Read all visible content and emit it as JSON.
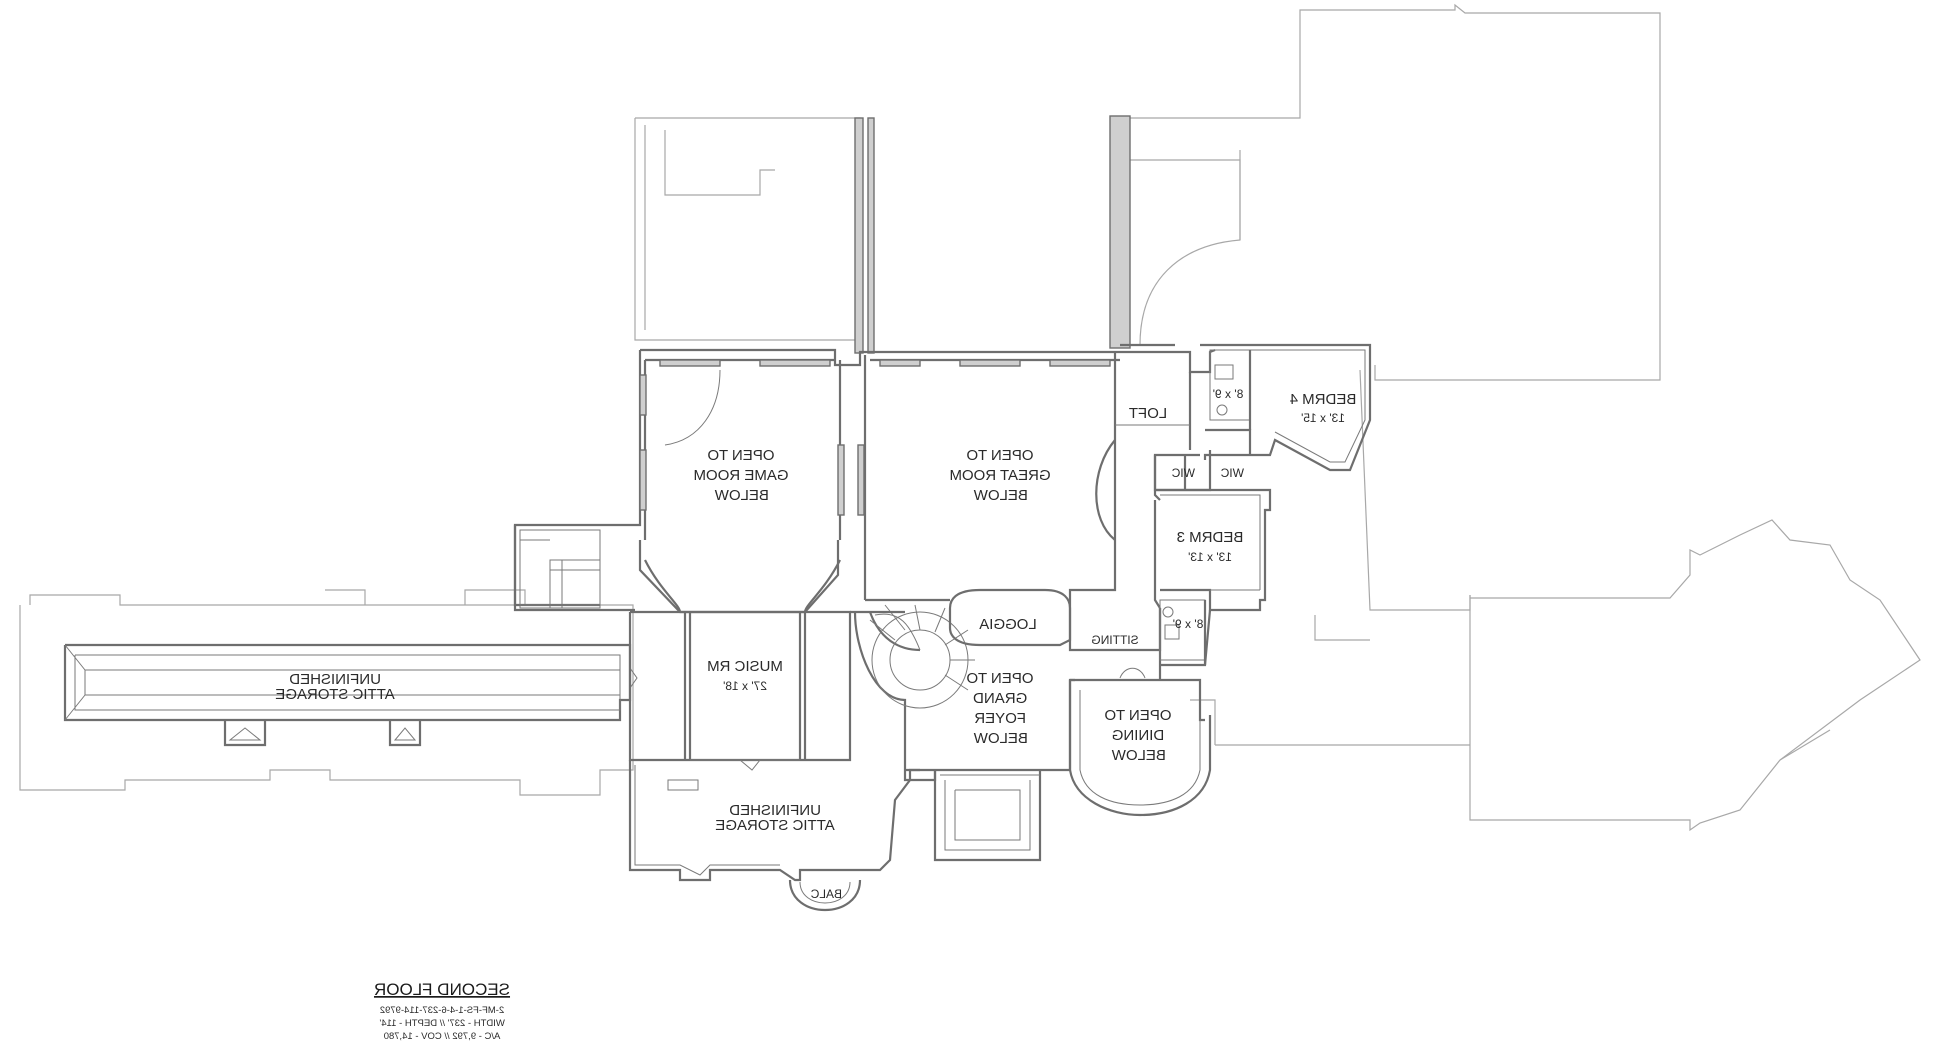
{
  "plan": {
    "title": "SECOND FLOOR",
    "meta_lines": [
      "2-MF-FS-1-4-6-237-114-9792",
      "WIDTH - 237' // DEPTH - 114'",
      "A/C - 9,792 // COV - 14,780"
    ]
  },
  "rooms": {
    "game_room": [
      "OPEN TO",
      "GAME ROOM",
      "BELOW"
    ],
    "great_room": [
      "OPEN TO",
      "GREAT ROOM",
      "BELOW"
    ],
    "loft": "LOFT",
    "bedrm4": {
      "name": "BEDRM 4",
      "size": "13' x 15'"
    },
    "bedrm3": {
      "name": "BEDRM 3",
      "size": "13' x 13'"
    },
    "wic_left": "WIC",
    "wic_right": "WIC",
    "bath_upper": "8' x 9'",
    "bath_lower": "8' x 9'",
    "loggia": "LOGGIA",
    "sitting": "SITTING",
    "music_rm": {
      "name": "MUSIC RM",
      "size": "27' x 18'"
    },
    "attic_west": [
      "UNFINISHED",
      "ATTIC STORAGE"
    ],
    "grand_foyer": [
      "OPEN TO",
      "GRAND",
      "FOYER",
      "BELOW"
    ],
    "dining": [
      "OPEN TO",
      "DINING",
      "BELOW"
    ],
    "attic_south": [
      "UNFINISHED",
      "ATTIC STORAGE"
    ],
    "balc": "BALC"
  },
  "colors": {
    "wall": "#6e6e6e",
    "outline": "#a8a8a8",
    "text": "#2a2a2a",
    "background": "#ffffff"
  }
}
